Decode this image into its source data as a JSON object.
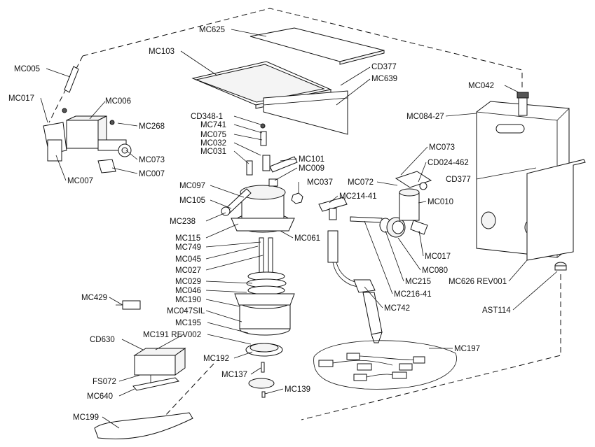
{
  "labels": {
    "MC625": "MC625",
    "MC103": "MC103",
    "CD377_top": "CD377",
    "MC639": "MC639",
    "MC005": "MC005",
    "MC017_left": "MC017",
    "MC006": "MC006",
    "MC268": "MC268",
    "MC073_left": "MC073",
    "MC007_a": "MC007",
    "MC007_b": "MC007",
    "CD348_1": "CD348-1",
    "MC741": "MC741",
    "MC075": "MC075",
    "MC032": "MC032",
    "MC031": "MC031",
    "MC101": "MC101",
    "MC009": "MC009",
    "MC097": "MC097",
    "MC105": "MC105",
    "MC238": "MC238",
    "MC115": "MC115",
    "MC749": "MC749",
    "MC045": "MC045",
    "MC027": "MC027",
    "MC029": "MC029",
    "MC046": "MC046",
    "MC190": "MC190",
    "MC047SIL": "MC047SIL",
    "MC195": "MC195",
    "MC191_REV002": "MC191 REV002",
    "MC192": "MC192",
    "MC137": "MC137",
    "MC139": "MC139",
    "MC037": "MC037",
    "MC214_41": "MC214-41",
    "MC061": "MC061",
    "MC073_right": "MC073",
    "CD024_462": "CD024-462",
    "MC072": "MC072",
    "MC010": "MC010",
    "MC017_right": "MC017",
    "MC080": "MC080",
    "MC215": "MC215",
    "MC216_41": "MC216-41",
    "MC742": "MC742",
    "MC197": "MC197",
    "MC042": "MC042",
    "MC084_27": "MC084-27",
    "CD377_right": "CD377",
    "MC626_REV001": "MC626 REV001",
    "AST114": "AST114",
    "MC429": "MC429",
    "CD630": "CD630",
    "FS072": "FS072",
    "MC640": "MC640",
    "MC199": "MC199"
  }
}
